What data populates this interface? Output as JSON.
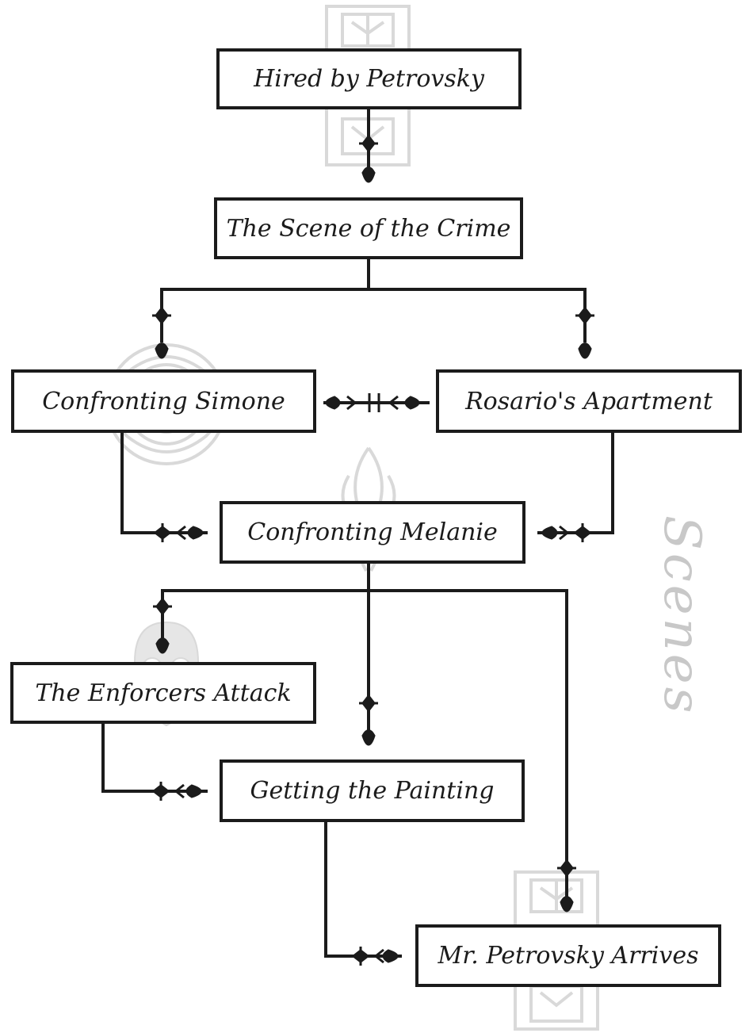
{
  "colors": {
    "ink": "#1b1b1b",
    "watermark": "#d9d9d9",
    "side_label": "#c8c8c8"
  },
  "nodes": {
    "hired": "Hired by Petrovsky",
    "scene": "The Scene of the Crime",
    "simone": "Confronting Simone",
    "rosario": "Rosario's Apartment",
    "melanie": "Confronting Melanie",
    "enforcers": "The Enforcers Attack",
    "painting": "Getting the Painting",
    "arrives": "Mr. Petrovsky Arrives"
  },
  "side_label": "Scenes"
}
